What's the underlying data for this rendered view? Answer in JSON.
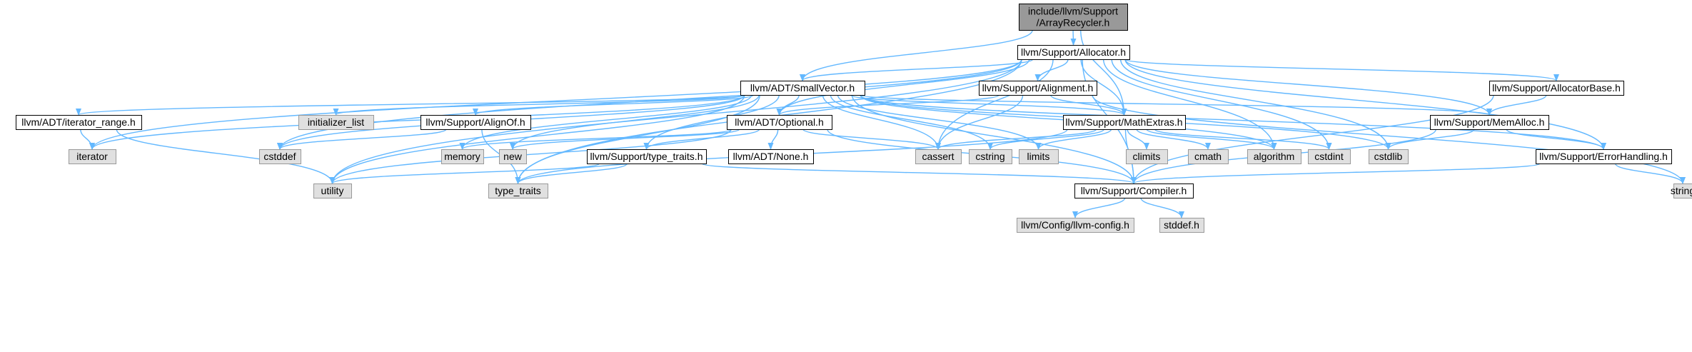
{
  "colors": {
    "edge": "#63b8ff",
    "root_fill": "#999999",
    "header_fill": "#ffffff",
    "system_fill": "#e0e0e0",
    "border": "#000000",
    "system_border": "#999999"
  },
  "nodes": [
    {
      "id": "root",
      "label": "include/llvm/Support\n/ArrayRecycler.h",
      "kind": "root"
    },
    {
      "id": "allocator",
      "label": "llvm/Support/Allocator.h",
      "kind": "header"
    },
    {
      "id": "smallvector",
      "label": "llvm/ADT/SmallVector.h",
      "kind": "header"
    },
    {
      "id": "alignment",
      "label": "llvm/Support/Alignment.h",
      "kind": "header"
    },
    {
      "id": "allocbase",
      "label": "llvm/Support/AllocatorBase.h",
      "kind": "header"
    },
    {
      "id": "iterrange",
      "label": "llvm/ADT/iterator_range.h",
      "kind": "header"
    },
    {
      "id": "initlist",
      "label": "initializer_list",
      "kind": "system"
    },
    {
      "id": "alignof",
      "label": "llvm/Support/AlignOf.h",
      "kind": "header"
    },
    {
      "id": "optional",
      "label": "llvm/ADT/Optional.h",
      "kind": "header"
    },
    {
      "id": "mathextras",
      "label": "llvm/Support/MathExtras.h",
      "kind": "header"
    },
    {
      "id": "memalloc",
      "label": "llvm/Support/MemAlloc.h",
      "kind": "header"
    },
    {
      "id": "iterator",
      "label": "iterator",
      "kind": "system"
    },
    {
      "id": "cstddef",
      "label": "cstddef",
      "kind": "system"
    },
    {
      "id": "memory",
      "label": "memory",
      "kind": "system"
    },
    {
      "id": "new",
      "label": "new",
      "kind": "system"
    },
    {
      "id": "typetraits_h",
      "label": "llvm/Support/type_traits.h",
      "kind": "header"
    },
    {
      "id": "none",
      "label": "llvm/ADT/None.h",
      "kind": "header"
    },
    {
      "id": "cassert",
      "label": "cassert",
      "kind": "system"
    },
    {
      "id": "cstring",
      "label": "cstring",
      "kind": "system"
    },
    {
      "id": "limits",
      "label": "limits",
      "kind": "system"
    },
    {
      "id": "climits",
      "label": "climits",
      "kind": "system"
    },
    {
      "id": "cmath",
      "label": "cmath",
      "kind": "system"
    },
    {
      "id": "algorithm",
      "label": "algorithm",
      "kind": "system"
    },
    {
      "id": "cstdint",
      "label": "cstdint",
      "kind": "system"
    },
    {
      "id": "cstdlib",
      "label": "cstdlib",
      "kind": "system"
    },
    {
      "id": "errorhandling",
      "label": "llvm/Support/ErrorHandling.h",
      "kind": "header"
    },
    {
      "id": "utility",
      "label": "utility",
      "kind": "system"
    },
    {
      "id": "type_traits",
      "label": "type_traits",
      "kind": "system"
    },
    {
      "id": "compiler",
      "label": "llvm/Support/Compiler.h",
      "kind": "header"
    },
    {
      "id": "string",
      "label": "string",
      "kind": "system"
    },
    {
      "id": "llvmconfig",
      "label": "llvm/Config/llvm-config.h",
      "kind": "system"
    },
    {
      "id": "stddef",
      "label": "stddef.h",
      "kind": "system"
    }
  ],
  "edges": [
    [
      "root",
      "allocator"
    ],
    [
      "root",
      "smallvector"
    ],
    [
      "root",
      "mathextras"
    ],
    [
      "allocator",
      "smallvector"
    ],
    [
      "allocator",
      "alignment"
    ],
    [
      "allocator",
      "allocbase"
    ],
    [
      "allocator",
      "iterator"
    ],
    [
      "allocator",
      "cstddef"
    ],
    [
      "allocator",
      "utility"
    ],
    [
      "allocator",
      "type_traits"
    ],
    [
      "allocator",
      "optional"
    ],
    [
      "allocator",
      "cassert"
    ],
    [
      "allocator",
      "mathextras"
    ],
    [
      "allocator",
      "algorithm"
    ],
    [
      "allocator",
      "cstdint"
    ],
    [
      "allocator",
      "cstdlib"
    ],
    [
      "allocator",
      "memalloc"
    ],
    [
      "allocator",
      "errorhandling"
    ],
    [
      "allocator",
      "compiler"
    ],
    [
      "smallvector",
      "iterrange"
    ],
    [
      "smallvector",
      "initlist"
    ],
    [
      "smallvector",
      "alignof"
    ],
    [
      "smallvector",
      "iterator"
    ],
    [
      "smallvector",
      "cstddef"
    ],
    [
      "smallvector",
      "optional"
    ],
    [
      "smallvector",
      "memory"
    ],
    [
      "smallvector",
      "new"
    ],
    [
      "smallvector",
      "typetraits_h"
    ],
    [
      "smallvector",
      "utility"
    ],
    [
      "smallvector",
      "type_traits"
    ],
    [
      "smallvector",
      "cassert"
    ],
    [
      "smallvector",
      "cstring"
    ],
    [
      "smallvector",
      "limits"
    ],
    [
      "smallvector",
      "mathextras"
    ],
    [
      "smallvector",
      "algorithm"
    ],
    [
      "smallvector",
      "cstdlib"
    ],
    [
      "smallvector",
      "memalloc"
    ],
    [
      "smallvector",
      "errorhandling"
    ],
    [
      "smallvector",
      "compiler"
    ],
    [
      "alignment",
      "optional"
    ],
    [
      "alignment",
      "mathextras"
    ],
    [
      "alignment",
      "cassert"
    ],
    [
      "alignment",
      "string"
    ],
    [
      "allocbase",
      "memalloc"
    ],
    [
      "allocbase",
      "compiler"
    ],
    [
      "iterrange",
      "iterator"
    ],
    [
      "iterrange",
      "utility"
    ],
    [
      "alignof",
      "cstddef"
    ],
    [
      "alignof",
      "type_traits"
    ],
    [
      "optional",
      "none"
    ],
    [
      "optional",
      "typetraits_h"
    ],
    [
      "optional",
      "cassert"
    ],
    [
      "optional",
      "memory"
    ],
    [
      "optional",
      "new"
    ],
    [
      "optional",
      "utility"
    ],
    [
      "optional",
      "compiler"
    ],
    [
      "mathextras",
      "cassert"
    ],
    [
      "mathextras",
      "climits"
    ],
    [
      "mathextras",
      "cmath"
    ],
    [
      "mathextras",
      "algorithm"
    ],
    [
      "mathextras",
      "cstdint"
    ],
    [
      "mathextras",
      "cstring"
    ],
    [
      "mathextras",
      "limits"
    ],
    [
      "mathextras",
      "type_traits"
    ],
    [
      "mathextras",
      "compiler"
    ],
    [
      "memalloc",
      "cstdlib"
    ],
    [
      "memalloc",
      "errorhandling"
    ],
    [
      "memalloc",
      "compiler"
    ],
    [
      "typetraits_h",
      "utility"
    ],
    [
      "typetraits_h",
      "type_traits"
    ],
    [
      "typetraits_h",
      "compiler"
    ],
    [
      "errorhandling",
      "compiler"
    ],
    [
      "errorhandling",
      "string"
    ],
    [
      "compiler",
      "llvmconfig"
    ],
    [
      "compiler",
      "stddef"
    ]
  ]
}
